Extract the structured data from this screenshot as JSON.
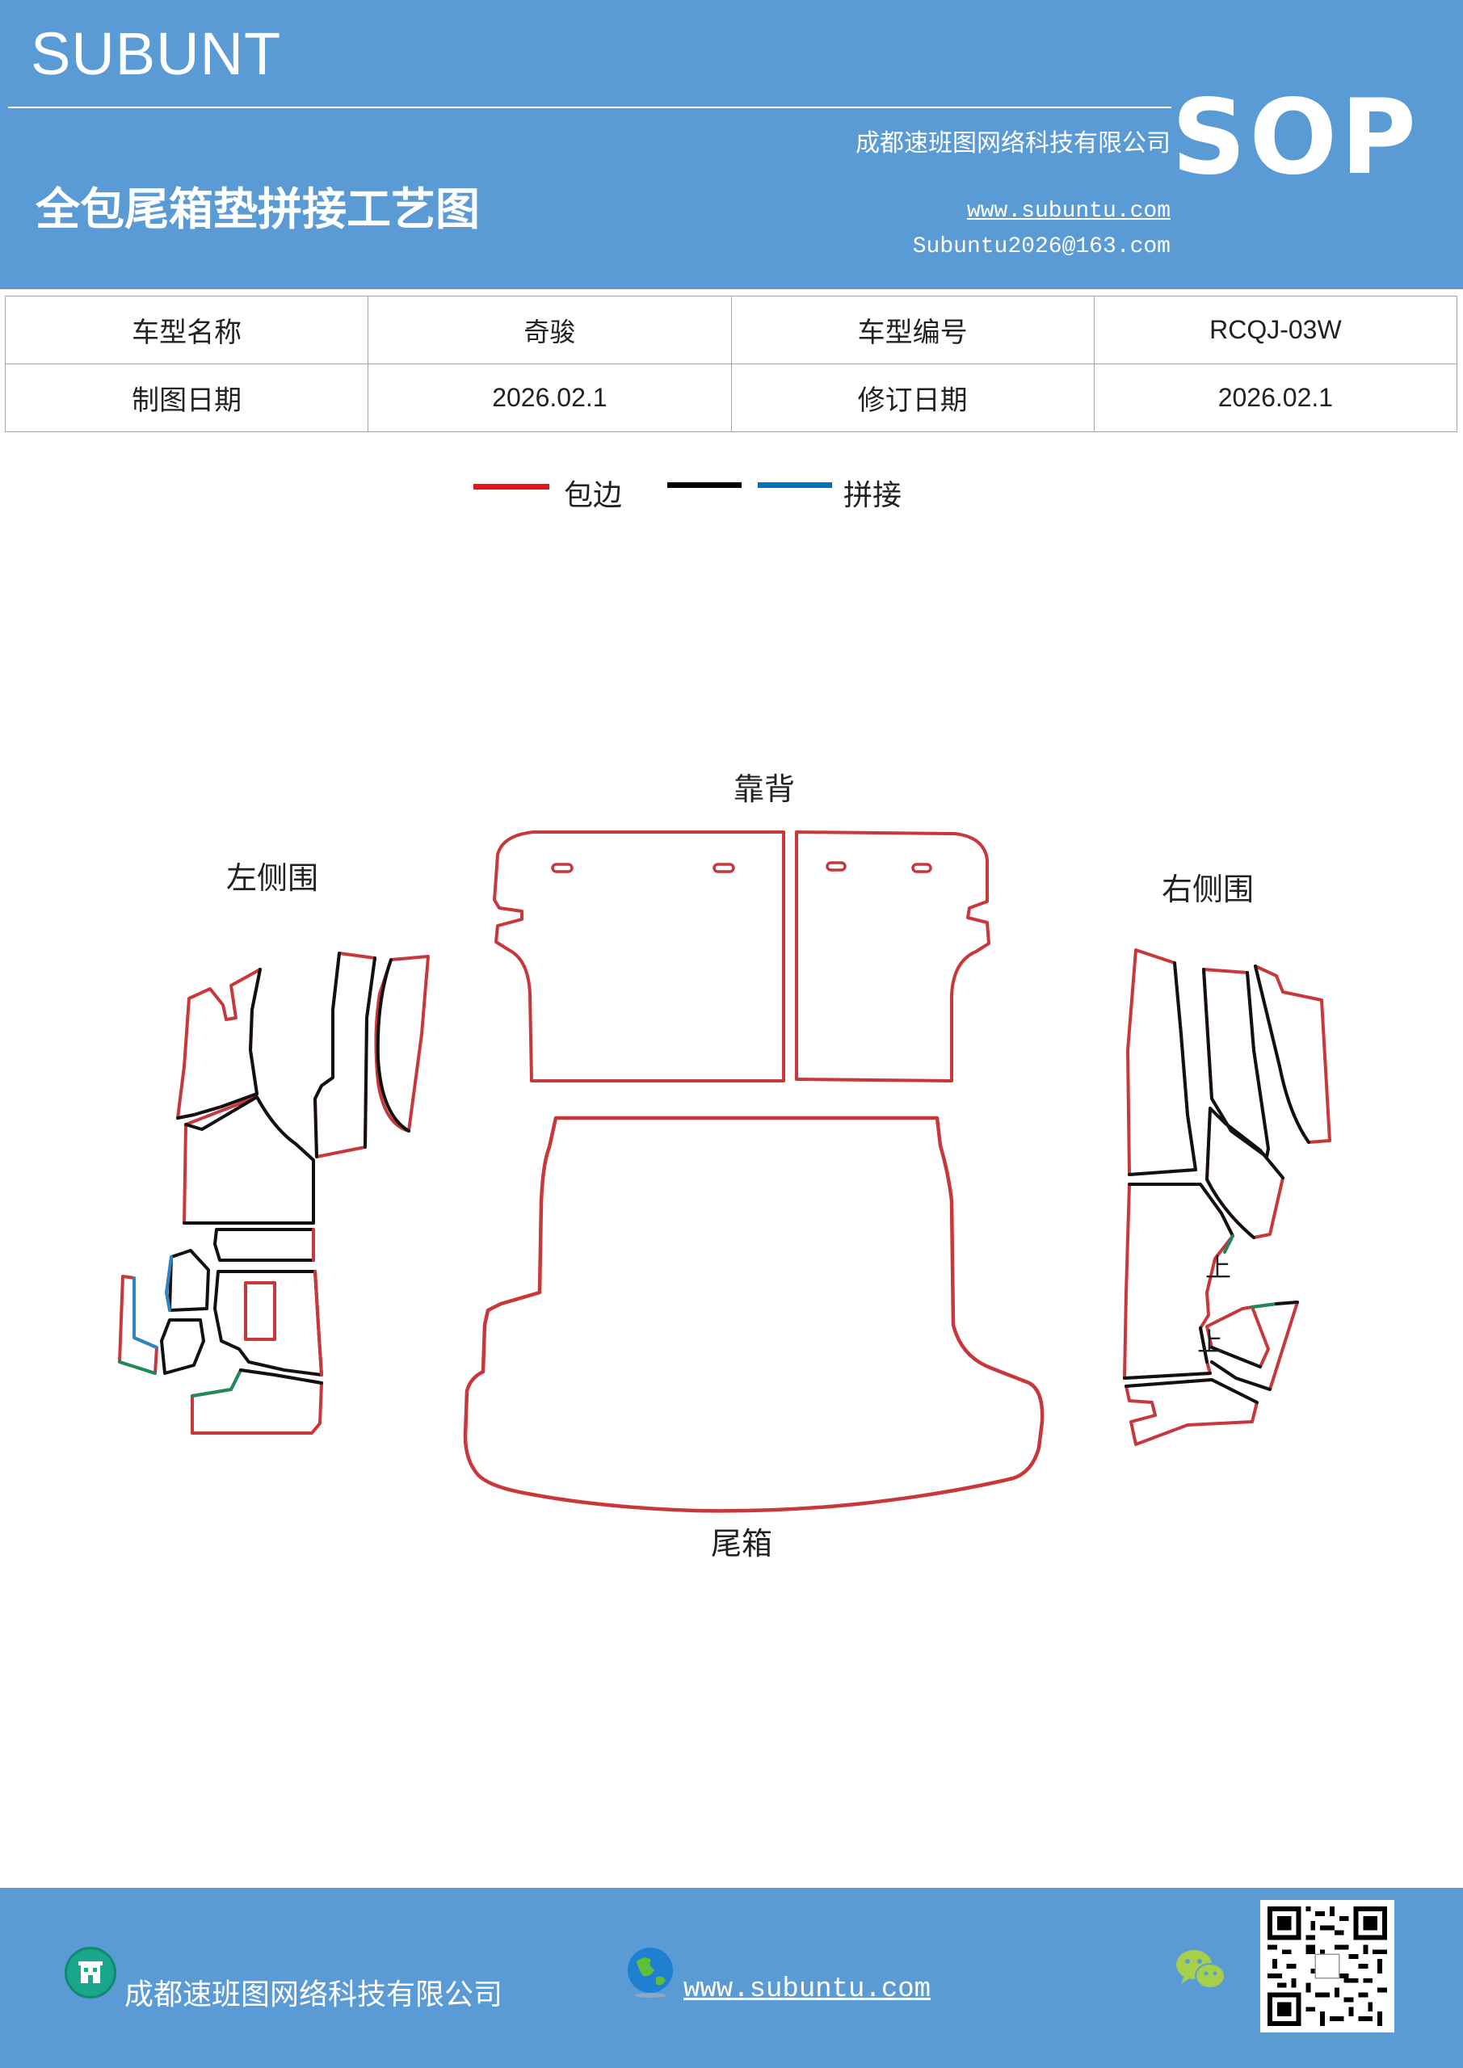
{
  "header": {
    "brand": "SUBUNT",
    "badge": "SOP",
    "title": "全包尾箱垫拼接工艺图",
    "company": "成都速班图网络科技有限公司",
    "website": "www.subuntu.com",
    "email": "Subuntu2026@163.com",
    "background_color": "#5b9bd5"
  },
  "info_table": {
    "rows": [
      [
        {
          "label": "车型名称"
        },
        {
          "value": "奇骏"
        },
        {
          "label": "车型编号"
        },
        {
          "value": "RCQJ-03W"
        }
      ],
      [
        {
          "label": "制图日期"
        },
        {
          "value": "2026.02.1"
        },
        {
          "label": "修订日期"
        },
        {
          "value": "2026.02.1"
        }
      ]
    ]
  },
  "legend": {
    "edge_label": "包边",
    "seam_label": "拼接",
    "colors": {
      "edge": "#e8141b",
      "black": "#000000",
      "blue": "#0070c0"
    }
  },
  "diagram": {
    "labels": {
      "backrest": "靠背",
      "left_side": "左侧围",
      "right_side": "右侧围",
      "trunk": "尾箱",
      "up_mark_1": "上",
      "up_mark_2": "上"
    },
    "stroke_colors": {
      "edge": "#c8383a",
      "seam": "#111111",
      "seam_blue": "#2e86c1",
      "seam_green": "#1e8a5a"
    }
  },
  "footer": {
    "company": "成都速班图网络科技有限公司",
    "website": "www.subuntu.com",
    "icons": [
      "building-icon",
      "globe-icon",
      "wechat-icon",
      "qr-code"
    ]
  }
}
